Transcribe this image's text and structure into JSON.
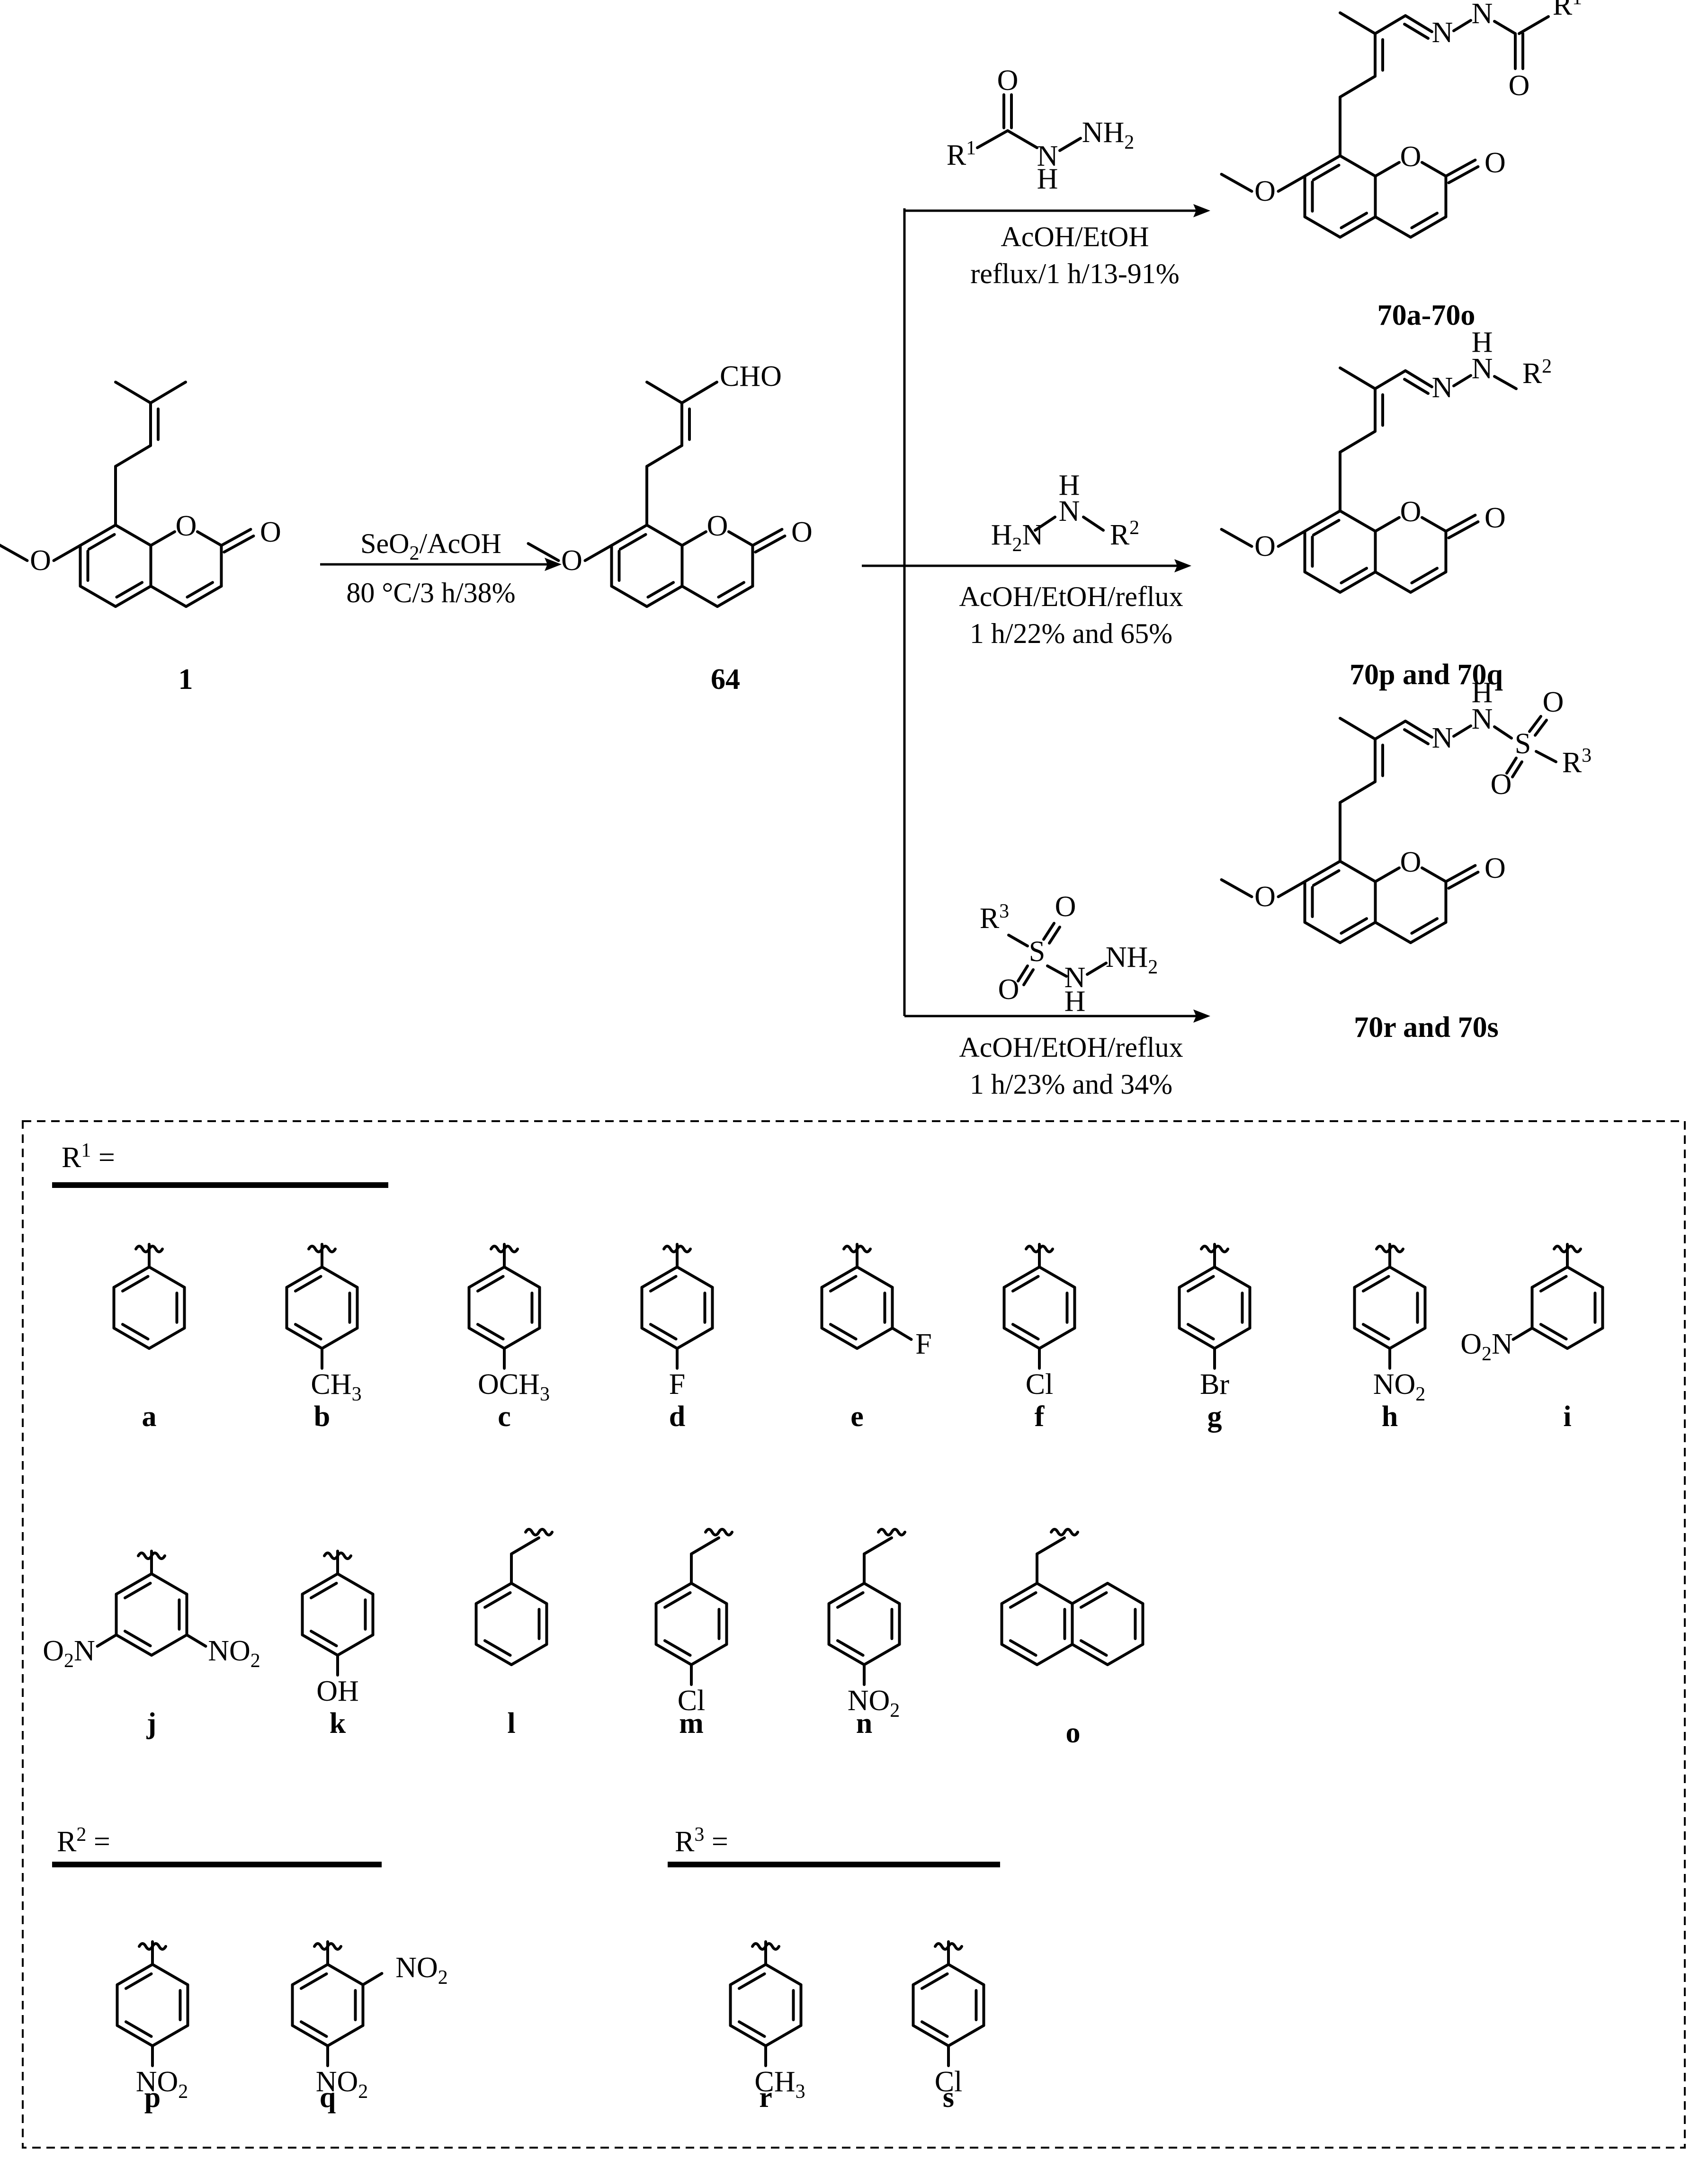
{
  "reaction": {
    "start_label": "1",
    "intermediate_label": "64",
    "step1": {
      "reagent": "SeO2/AcOH",
      "conditions": "80 °C/3 h/38%"
    },
    "cho_group": "CHO",
    "routes": [
      {
        "reagent_name": "acylhydrazide",
        "cond_line1": "AcOH/EtOH",
        "cond_line2": "reflux/1 h/13-91%",
        "product_label": "70a-70o"
      },
      {
        "reagent_name": "hydrazine",
        "cond_line1": "AcOH/EtOH/reflux",
        "cond_line2": "1 h/22% and 65%",
        "product_label": "70p and 70q"
      },
      {
        "reagent_name": "sulfonylhydrazide",
        "cond_line1": "AcOH/EtOH/reflux",
        "cond_line2": "1 h/23% and 34%",
        "product_label": "70r and 70s"
      }
    ]
  },
  "legend": {
    "r1_header": "R1 =",
    "r2_header": "R2 =",
    "r3_header": "R3 =",
    "r1": [
      {
        "label": "a",
        "sub": ""
      },
      {
        "label": "b",
        "sub": "CH3"
      },
      {
        "label": "c",
        "sub": "OCH3"
      },
      {
        "label": "d",
        "sub": "F"
      },
      {
        "label": "e",
        "sub": "F"
      },
      {
        "label": "f",
        "sub": "Cl"
      },
      {
        "label": "g",
        "sub": "Br"
      },
      {
        "label": "h",
        "sub": "NO2"
      },
      {
        "label": "i",
        "sub": "O2N"
      },
      {
        "label": "j",
        "sub": "O2N / NO2"
      },
      {
        "label": "k",
        "sub": "OH"
      },
      {
        "label": "l",
        "sub": ""
      },
      {
        "label": "m",
        "sub": "Cl"
      },
      {
        "label": "n",
        "sub": "NO2"
      },
      {
        "label": "o",
        "sub": ""
      }
    ],
    "r2": [
      {
        "label": "p",
        "sub": "NO2"
      },
      {
        "label": "q",
        "sub": "NO2 / NO2"
      }
    ],
    "r3": [
      {
        "label": "r",
        "sub": "CH3"
      },
      {
        "label": "s",
        "sub": "Cl"
      }
    ]
  },
  "atoms": {
    "O": "O",
    "N": "N",
    "H": "H",
    "S": "S",
    "F": "F",
    "Cl": "Cl",
    "Br": "Br",
    "R": "R",
    "CH3": "CH3",
    "NO2": "NO2",
    "OH": "OH",
    "OCH3": "OCH3",
    "NH2": "NH2",
    "H2N": "H2N",
    "O2N": "O2N"
  }
}
